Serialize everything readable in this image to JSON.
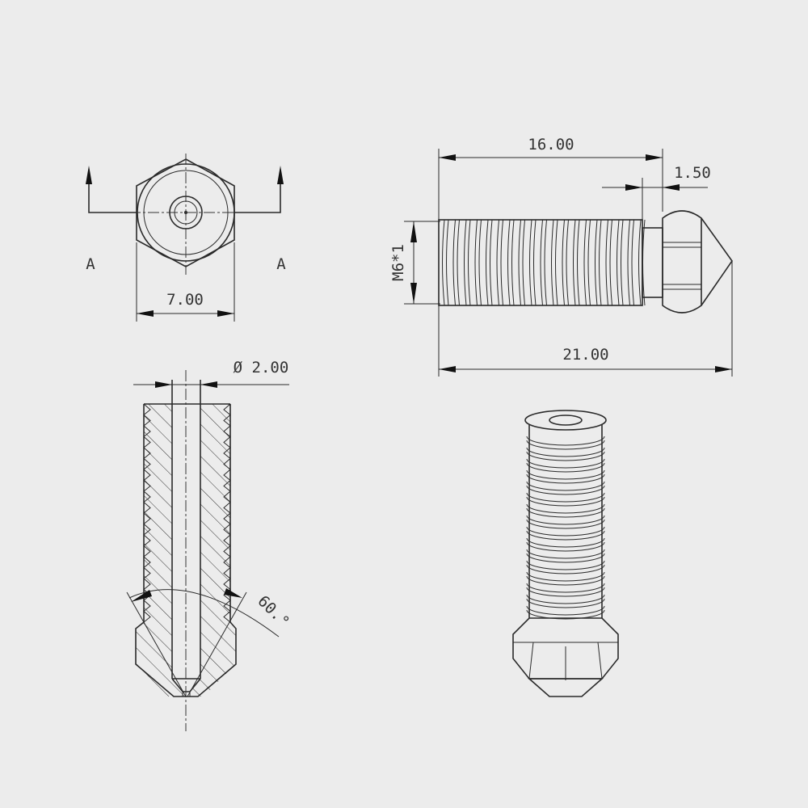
{
  "labels": {
    "dim_hex_width": "7.00",
    "section_left": "A",
    "section_right": "A",
    "dim_length_thread": "16.00",
    "dim_shank": "1.50",
    "dim_thread_spec": "M6*1",
    "dim_total_length": "21.00",
    "dim_bore": "Ø 2.00",
    "dim_angle": "60.°"
  },
  "colors": {
    "background": "#ececec",
    "line": "#2a2a2a"
  }
}
